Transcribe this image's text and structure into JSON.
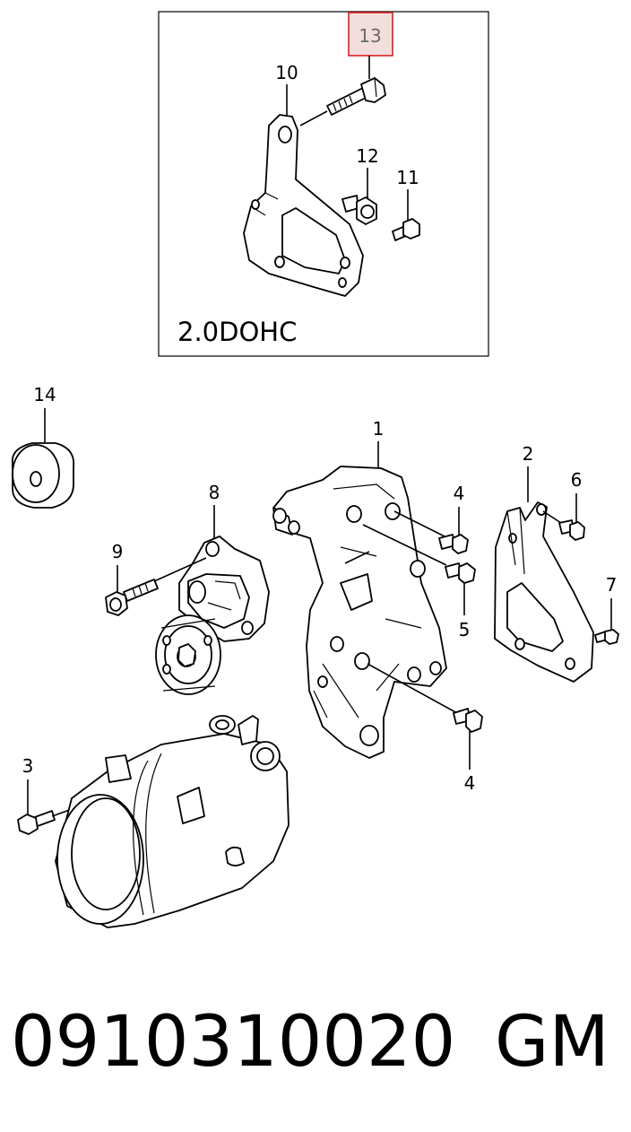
{
  "inset": {
    "title": "2.0DOHC",
    "labels": {
      "p13": "13",
      "p10": "10",
      "p12": "12",
      "p11": "11"
    }
  },
  "labels": {
    "p14": "14",
    "p1": "1",
    "p2": "2",
    "p8": "8",
    "p6": "6",
    "p4a": "4",
    "p9": "9",
    "p5": "5",
    "p7": "7",
    "p4b": "4",
    "p3": "3"
  },
  "highlight": {
    "color": "#e02020",
    "fill": "#f3dede"
  },
  "footer": {
    "part_number": "0910310020",
    "brand": "GM"
  }
}
